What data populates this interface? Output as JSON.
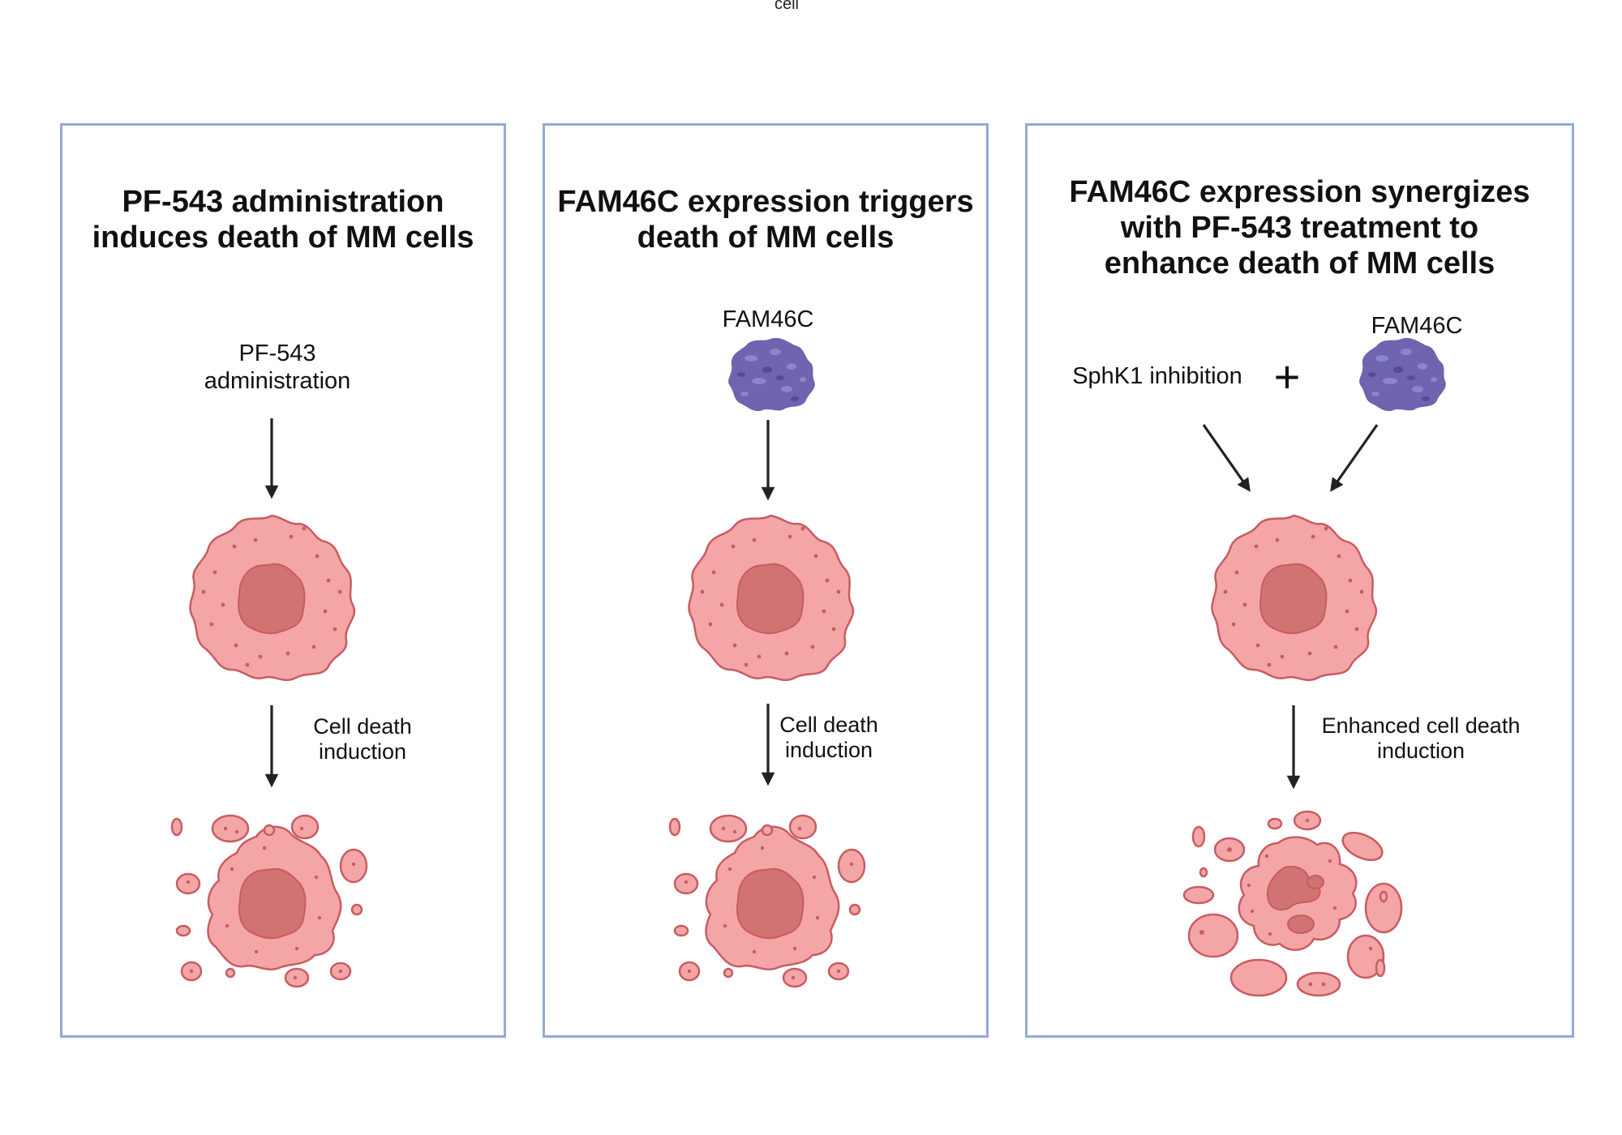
{
  "top_caption": "cell",
  "panels": [
    {
      "title_line1": "PF-543 administration",
      "title_line2": "induces death of MM cells",
      "treatment_line1": "PF-543",
      "treatment_line2": "administration",
      "arrow_label_line1": "Cell death",
      "arrow_label_line2": "induction"
    },
    {
      "title_line1": "FAM46C expression triggers",
      "title_line2": "death of MM cells",
      "treatment_label": "FAM46C",
      "arrow_label_line1": "Cell death",
      "arrow_label_line2": "induction"
    },
    {
      "title_line1": "FAM46C expression synergizes",
      "title_line2": "with PF-543 treatment to",
      "title_line3": "enhance death of MM cells",
      "left_treatment": "SphK1 inhibition",
      "plus_sign": "+",
      "right_treatment": "FAM46C",
      "arrow_label_line1": "Enhanced cell death",
      "arrow_label_line2": "induction"
    }
  ],
  "colors": {
    "panel_border": "#94a9d4",
    "cell_fill": "#f4a6a6",
    "cell_stroke": "#c85c62",
    "nucleus_fill": "#d17373",
    "protein_fill": "#6e64b0",
    "arrow": "#222222"
  }
}
